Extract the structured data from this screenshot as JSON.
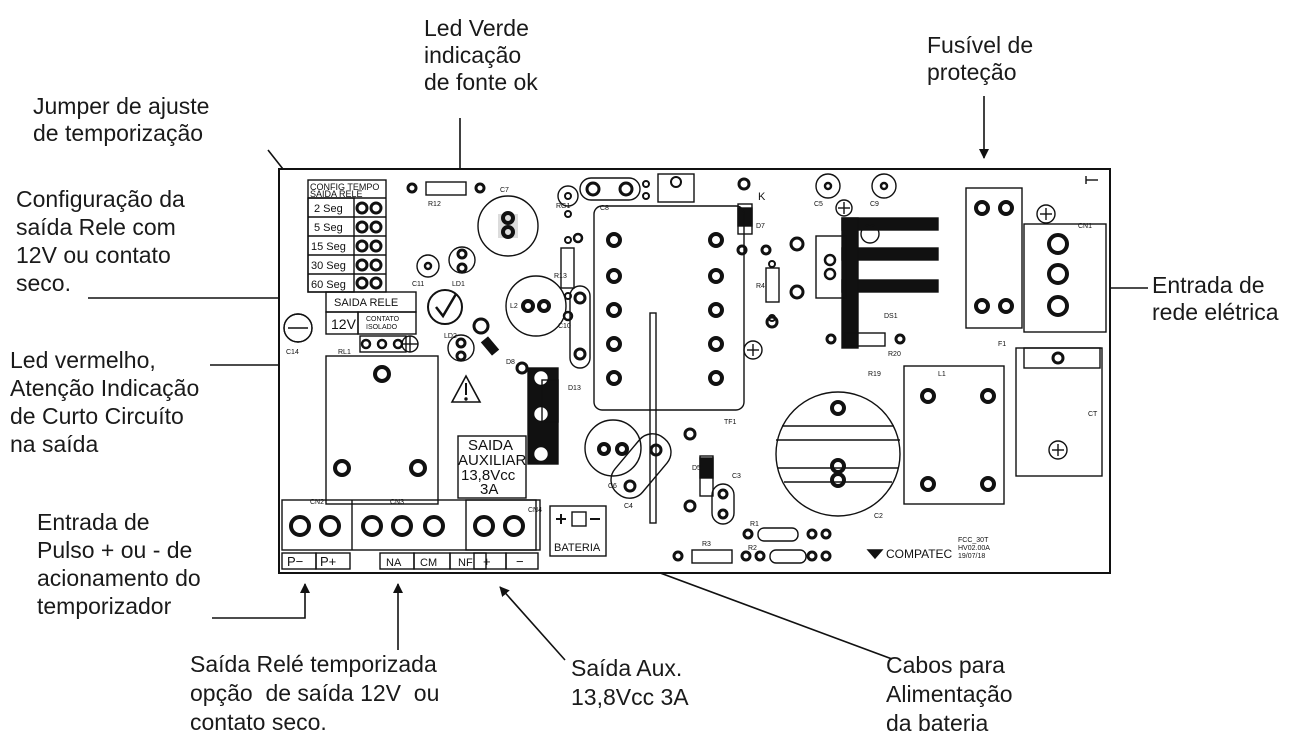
{
  "annotations": {
    "jumper": [
      "Jumper de ajuste",
      "de temporização"
    ],
    "config_saida": [
      "Configuração da",
      "saída Rele com",
      "12V ou contato",
      "seco."
    ],
    "led_verde": [
      "Led Verde",
      "indicação",
      "de fonte ok"
    ],
    "fusivel": [
      "Fusível de",
      "proteção"
    ],
    "entrada_rede": [
      "Entrada de",
      "rede elétrica"
    ],
    "led_vermelho": [
      "Led vermelho,",
      "Atenção Indicação",
      "de Curto Circuíto",
      "na saída"
    ],
    "entrada_pulso": [
      "Entrada de",
      "Pulso + ou - de",
      "acionamento do",
      "temporizador"
    ],
    "saida_rele": [
      "Saída Relé temporizada",
      "opção  de saída 12V  ou",
      "contato seco."
    ],
    "saida_aux": [
      "Saída Aux.",
      "13,8Vcc 3A"
    ],
    "cabos_bateria": [
      "Cabos para",
      "Alimentação",
      "da bateria"
    ]
  },
  "board": {
    "config_header": [
      "CONFIG TEMPO",
      "SAIDA  RELE"
    ],
    "tempo_options": [
      "2 Seg",
      "5 Seg",
      "15 Seg",
      "30 Seg",
      "60 Seg"
    ],
    "saida_rele_box": "SAIDA  RELE",
    "v12": "12V",
    "contato_isolado": [
      "CONTATO",
      "ISOLADO"
    ],
    "saida_auxiliar": [
      "SAIDA",
      "AUXILIAR",
      "13,8Vcc",
      "3A"
    ],
    "bateria": "BATERIA",
    "terminals": [
      "P−",
      "P+",
      "NA",
      "CM",
      "NF",
      "+",
      "−"
    ],
    "brand": "COMPATEC",
    "model": [
      "FCC_30T",
      "HV02.00A",
      "19/07/18"
    ],
    "refs": [
      "R12",
      "R13",
      "R4",
      "R20",
      "R19",
      "R3",
      "R2",
      "R1",
      "RG1",
      "RL1",
      "C7",
      "C8",
      "C2",
      "C5",
      "C9",
      "C11",
      "C14",
      "C10",
      "C6",
      "C3",
      "C4",
      "CN1",
      "CN2",
      "CN3",
      "CN4",
      "CT",
      "F1",
      "L1",
      "L2",
      "LD1",
      "LD2",
      "D7",
      "D5",
      "D8",
      "D13",
      "DS1",
      "TF1",
      "K"
    ]
  }
}
